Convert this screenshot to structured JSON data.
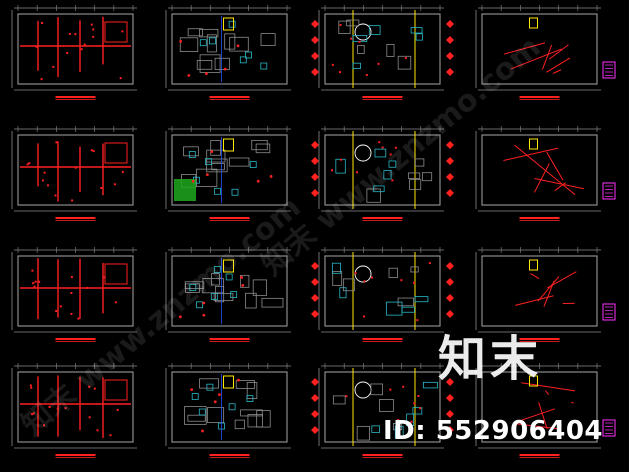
{
  "watermark": {
    "brand": "知末",
    "id_text": "ID: 552906404",
    "diagonal_text": "知末 www.znzmo.com"
  },
  "colors": {
    "background": "#000000",
    "wall": "#ff2020",
    "grey": "#8c8c8c",
    "cyan": "#28b8c8",
    "yellow": "#ffe600",
    "white": "#ffffff",
    "blue": "#2850ff",
    "green": "#1ea81e",
    "magenta": "#ff30ff"
  },
  "sheets": [
    {
      "row": 0,
      "col": 0,
      "variant": "wall-plan"
    },
    {
      "row": 0,
      "col": 1,
      "variant": "furniture-grey"
    },
    {
      "row": 0,
      "col": 2,
      "variant": "ceiling-markers"
    },
    {
      "row": 0,
      "col": 3,
      "variant": "sparse-red"
    },
    {
      "row": 1,
      "col": 0,
      "variant": "wall-plan"
    },
    {
      "row": 1,
      "col": 1,
      "variant": "furniture-color"
    },
    {
      "row": 1,
      "col": 2,
      "variant": "ceiling-markers"
    },
    {
      "row": 1,
      "col": 3,
      "variant": "sparse-red"
    },
    {
      "row": 2,
      "col": 0,
      "variant": "wall-plan"
    },
    {
      "row": 2,
      "col": 1,
      "variant": "furniture-grey"
    },
    {
      "row": 2,
      "col": 2,
      "variant": "ceiling-markers"
    },
    {
      "row": 2,
      "col": 3,
      "variant": "sparse-red"
    },
    {
      "row": 3,
      "col": 0,
      "variant": "wall-plan"
    },
    {
      "row": 3,
      "col": 1,
      "variant": "furniture-grey"
    },
    {
      "row": 3,
      "col": 2,
      "variant": "ceiling-markers"
    },
    {
      "row": 3,
      "col": 3,
      "variant": "sparse-red"
    }
  ]
}
